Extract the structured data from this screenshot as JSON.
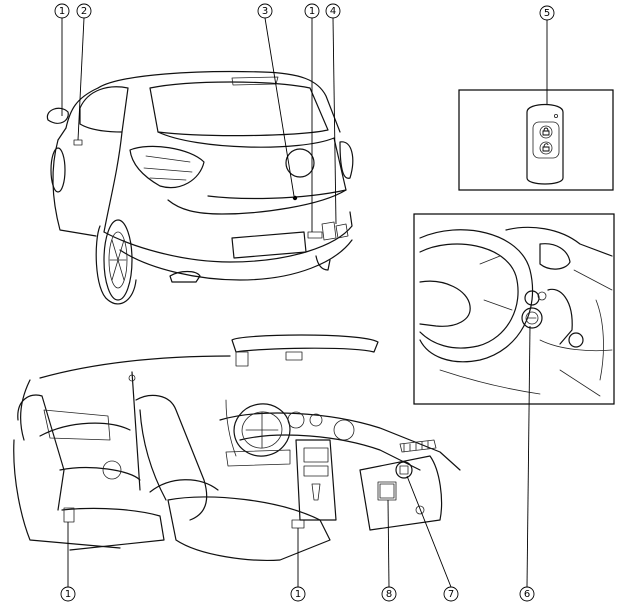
{
  "callouts": {
    "c1_top_left": "1",
    "c2": "2",
    "c3": "3",
    "c1_top_right": "1",
    "c4": "4",
    "c5": "5",
    "c6": "6",
    "c7": "7",
    "c8": "8",
    "c1_bottom_left": "1",
    "c1_bottom_mid": "1"
  }
}
